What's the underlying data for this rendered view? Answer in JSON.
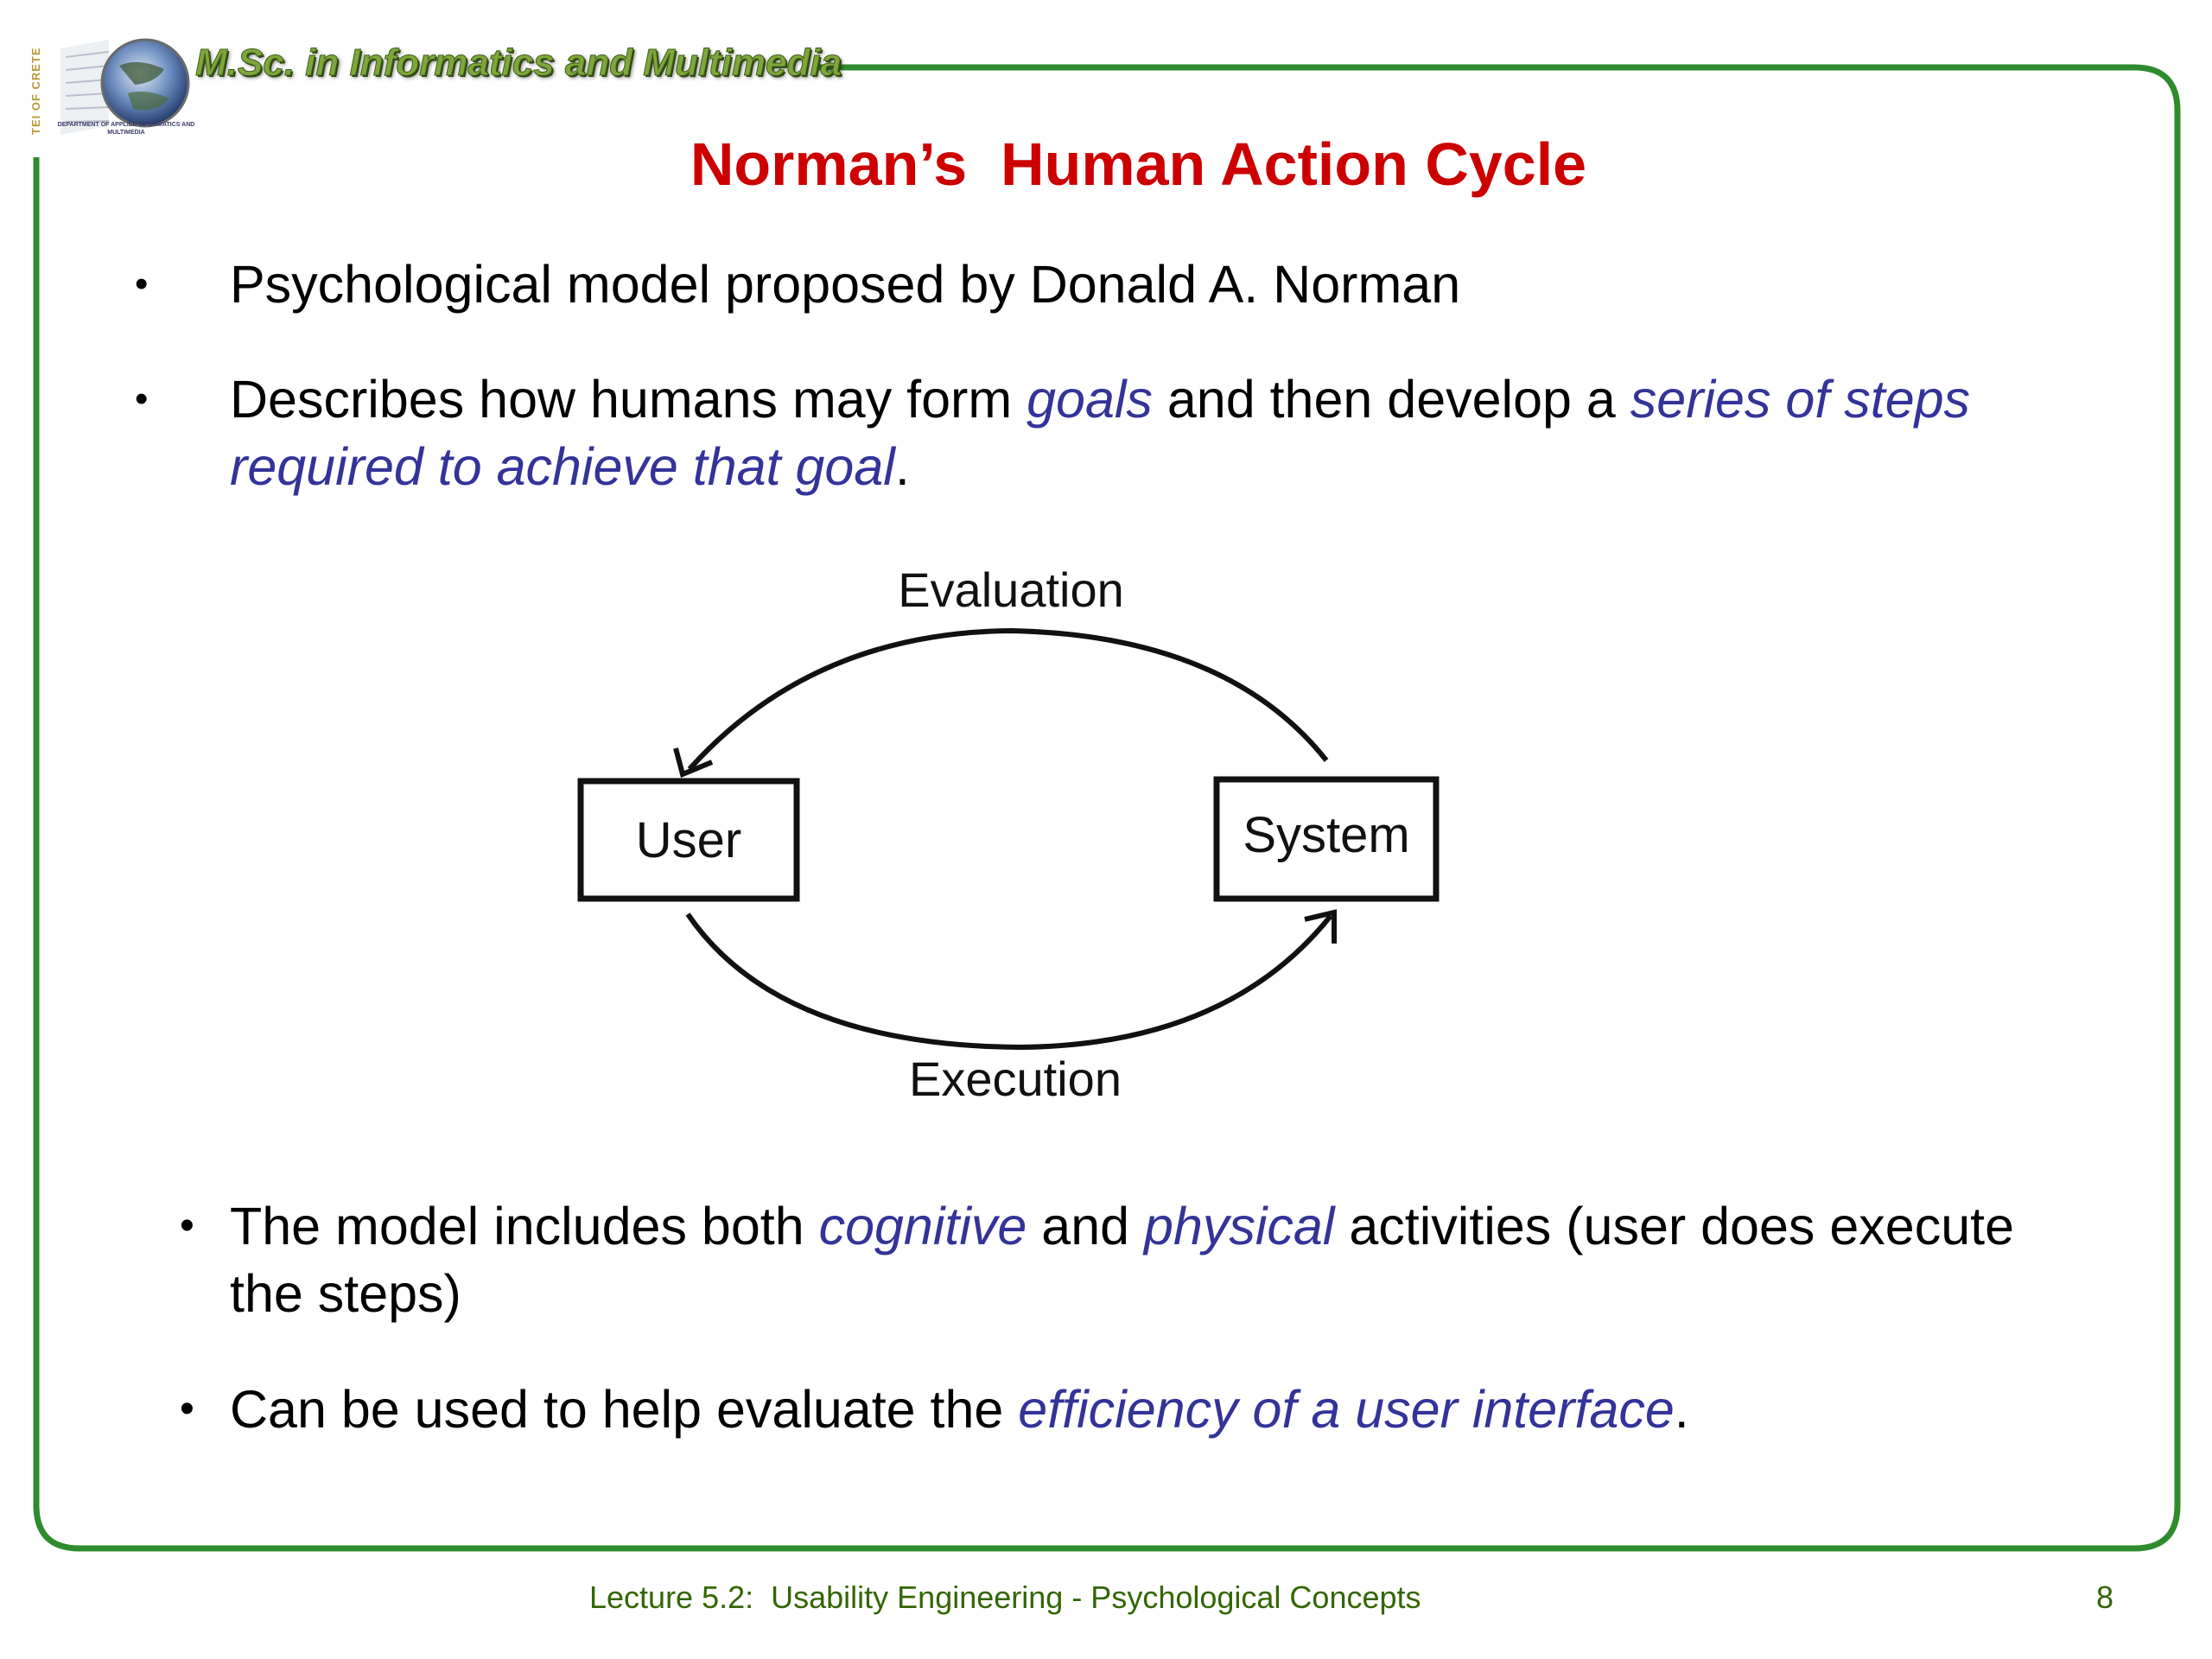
{
  "header": {
    "program_title": "M.Sc. in Informatics and Multimedia",
    "vertical_logo_text": "TEI OF CRETE",
    "department_text": "DEPARTMENT OF APPLIED INFORMATICS AND MULTIMEDIA"
  },
  "slide": {
    "title": "Norman’s  Human Action Cycle",
    "bullets": [
      {
        "marker": "•",
        "line1": "Psychological model  proposed by Donald A. Norman"
      },
      {
        "marker": "•",
        "line1_a": "Describes how humans may form ",
        "line1_em1": "goals",
        "line1_b": " and then develop a ",
        "line1_em2": "series of steps",
        "line2_em": "required to achieve that goal",
        "line2_tail": "."
      },
      {
        "marker": "•",
        "line1_a": "The model includes both ",
        "line1_em1": "cognitive",
        "line1_b": " and ",
        "line1_em2": "physical",
        "line1_c": " activities (user does execute",
        "line2": "the steps)"
      },
      {
        "marker": "•",
        "line1_a": "Can be used to help evaluate the ",
        "line1_em": "efficiency of a user interface",
        "line1_tail": "."
      }
    ]
  },
  "diagram": {
    "top_label": "Evaluation",
    "bottom_label": "Execution",
    "left_box": "User",
    "right_box": "System"
  },
  "footer": {
    "lecture": "Lecture 5.2:  Usability Engineering - Psychological Concepts",
    "page_number": "8"
  },
  "colors": {
    "frame_green": "#2e8b2e",
    "title_red": "#cc0000",
    "emphasis_blue": "#333399",
    "footer_green": "#336600"
  }
}
